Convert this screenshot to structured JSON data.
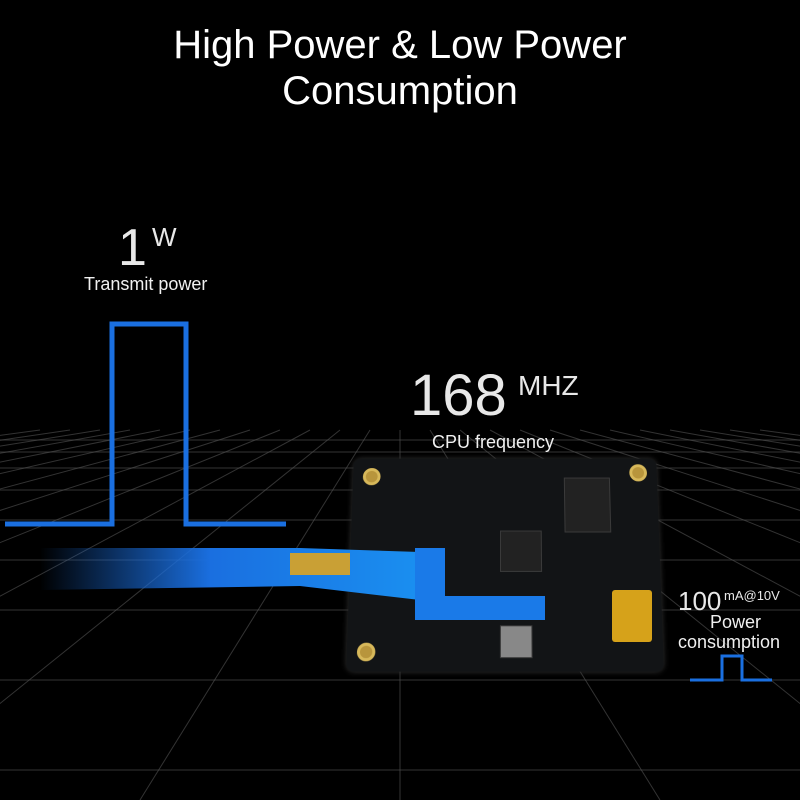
{
  "title": {
    "line1": "High Power & Low Power",
    "line2": "Consumption"
  },
  "transmit": {
    "value": "1",
    "unit": "W",
    "label": "Transmit power"
  },
  "cpu": {
    "value": "168",
    "unit": "MHZ",
    "label": "CPU frequency"
  },
  "power": {
    "value": "100",
    "unit": "mA@10V",
    "label_line1": "Power",
    "label_line2": "consumption"
  },
  "colors": {
    "accent": "#1a6fe0",
    "background": "#000000",
    "grid": "#555555"
  }
}
